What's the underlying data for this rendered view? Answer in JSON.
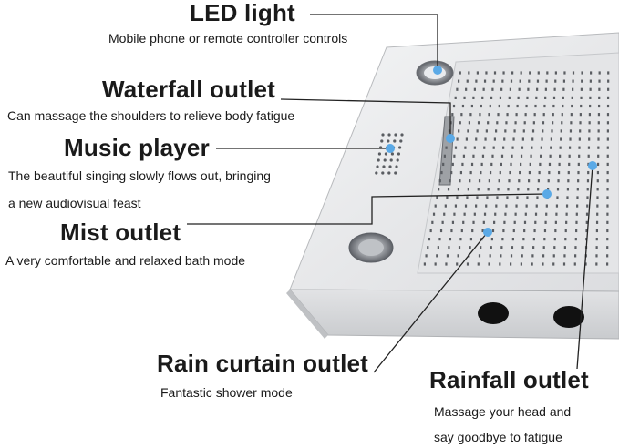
{
  "labels": {
    "led_title": "LED light",
    "led_desc": "Mobile phone or remote controller controls",
    "waterfall_title": "Waterfall outlet",
    "waterfall_desc": "Can massage the shoulders to relieve body fatigue",
    "music_title": "Music player",
    "music_desc_line1": "The beautiful singing slowly flows out, bringing",
    "music_desc_line2": "a new audiovisual feast",
    "mist_title": "Mist outlet",
    "mist_desc": "A very comfortable and relaxed bath mode",
    "curtain_title": "Rain curtain outlet",
    "curtain_desc": "Fantastic shower mode",
    "rainfall_title": "Rainfall outlet",
    "rainfall_desc_line1": "Massage your head and",
    "rainfall_desc_line2": "say goodbye to fatigue"
  },
  "colors": {
    "panel_top": "#e9eaec",
    "panel_side": "#d7d9dc",
    "nozzle": "#5a5d62",
    "marker": "#5aa9e6",
    "leader": "#222222"
  }
}
